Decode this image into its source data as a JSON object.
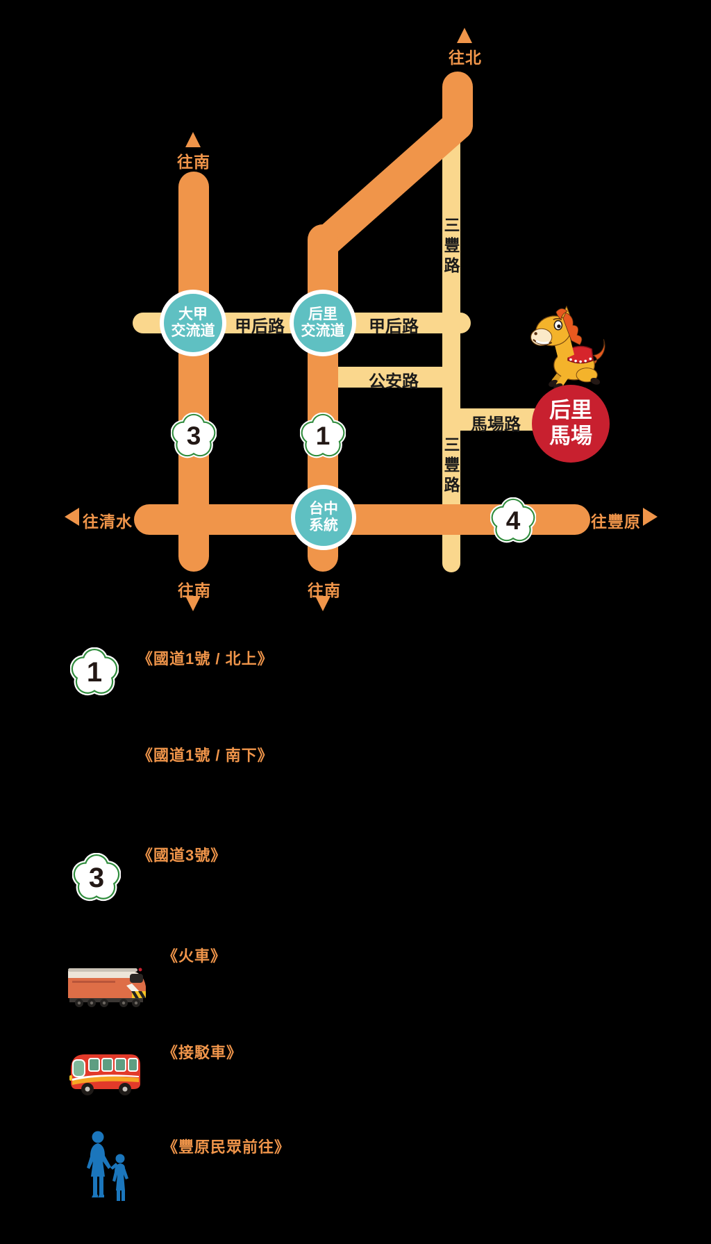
{
  "colors": {
    "background": "#000000",
    "highway_orange": "#F0954A",
    "local_road_yellow": "#FAD78D",
    "interchange_teal": "#5FC0C2",
    "shield_green": "#2F8C3C",
    "destination_red": "#C8202F",
    "road_label_black": "#1A1A1A",
    "pedestrian_blue": "#1B76BC"
  },
  "map": {
    "directions": {
      "north": "往北",
      "south_top": "往南",
      "south_bottom_left": "往南",
      "south_bottom_mid": "往南",
      "west": "往清水",
      "east": "往豐原"
    },
    "roads": {
      "jiahou_left": "甲后路",
      "jiahou_right": "甲后路",
      "gongan": "公安路",
      "machang": "馬場路",
      "sanfeng_top": "三豐路",
      "sanfeng_bottom": "三豐路"
    },
    "interchanges": {
      "dajia": {
        "line1": "大甲",
        "line2": "交流道"
      },
      "houli": {
        "line1": "后里",
        "line2": "交流道"
      },
      "taichung_system": {
        "line1": "台中",
        "line2": "系統"
      }
    },
    "shields": {
      "highway1": "1",
      "highway3": "3",
      "highway4": "4"
    },
    "destination": {
      "line1": "后里",
      "line2": "馬場"
    },
    "mascot": "horse-mascot"
  },
  "legend": {
    "shield1": "1",
    "shield3": "3",
    "titles": {
      "nh1_north": "《國道1號 / 北上》",
      "nh1_south": "《國道1號 / 南下》",
      "nh3": "《國道3號》",
      "train": "《火車》",
      "shuttle": "《接駁車》",
      "fengyuan_walk": "《豐原民眾前往》"
    }
  }
}
